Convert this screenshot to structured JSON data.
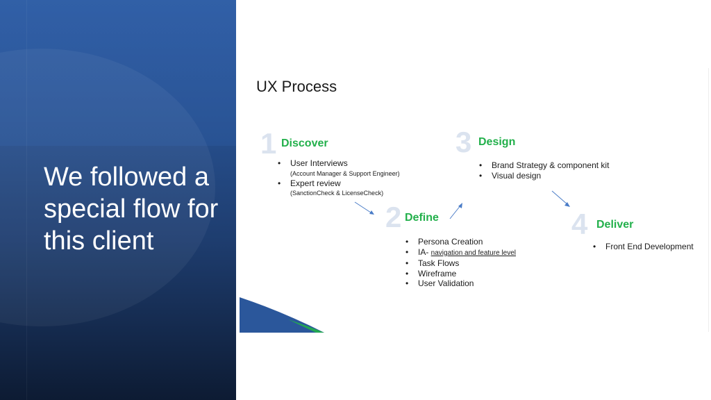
{
  "slide": {
    "headline": "We followed a special flow for this client",
    "title": "UX Process"
  },
  "steps": [
    {
      "number": "1",
      "name": "Discover",
      "bullets": [
        {
          "text": "User Interviews",
          "sub": "(Account Manager & Support Engineer)"
        },
        {
          "text": "Expert review",
          "sub": "(SanctionCheck & LicenseCheck)"
        }
      ]
    },
    {
      "number": "2",
      "name": "Define",
      "bullets": [
        {
          "text": "Persona Creation"
        },
        {
          "text": "IA- ",
          "link": "navigation and feature level"
        },
        {
          "text": "Task Flows"
        },
        {
          "text": "Wireframe"
        },
        {
          "text": "User Validation"
        }
      ]
    },
    {
      "number": "3",
      "name": "Design",
      "bullets": [
        {
          "text": "Brand Strategy & component kit"
        },
        {
          "text": "Visual design"
        }
      ]
    },
    {
      "number": "4",
      "name": "Deliver",
      "bullets": [
        {
          "text": "Front End Development"
        }
      ]
    }
  ],
  "colors": {
    "accent_green": "#22b04b",
    "panel_blue": "#2b579b",
    "arrow_blue": "#4a7cc7",
    "number_gray": "#dbe3ef"
  }
}
